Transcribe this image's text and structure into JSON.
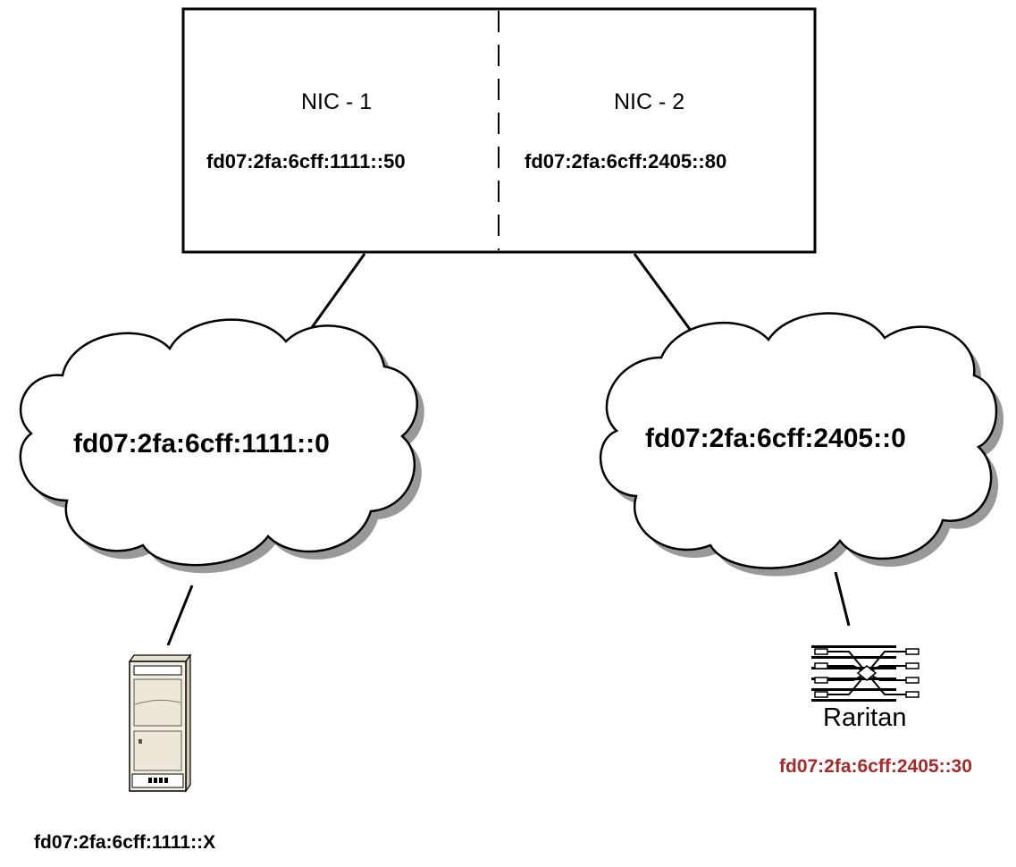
{
  "nic1": {
    "label": "NIC - 1",
    "address": "fd07:2fa:6cff:1111::50"
  },
  "nic2": {
    "label": "NIC - 2",
    "address": "fd07:2fa:6cff:2405::80"
  },
  "network_left": {
    "label": "fd07:2fa:6cff:1111::0"
  },
  "network_right": {
    "label": "fd07:2fa:6cff:2405::0"
  },
  "server": {
    "icon": "server-tower-icon",
    "address": "fd07:2fa:6cff:1111::X"
  },
  "raritan": {
    "icon": "raritan-logo-icon",
    "brand": "Raritan",
    "address": "fd07:2fa:6cff:2405::30"
  },
  "colors": {
    "highlight_address": "#a52a2a",
    "line": "#000000",
    "cloud_shadow": "#999999",
    "server_body": "#f3efe1"
  }
}
